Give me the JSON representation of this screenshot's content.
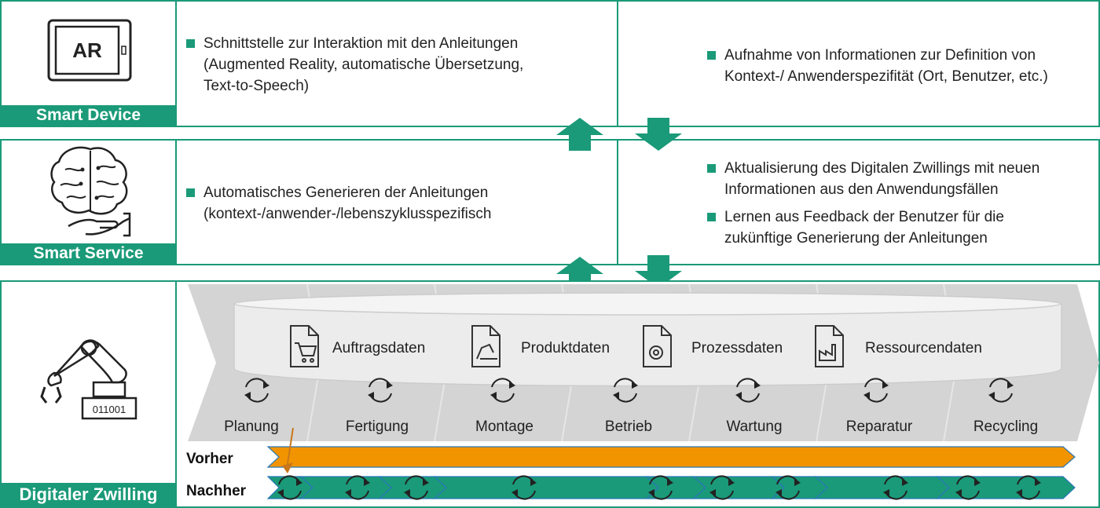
{
  "smart_device": {
    "label": "Smart Device",
    "icon_text": "AR",
    "left_bullet": "Schnittstelle zur Interaktion mit den Anleitungen (Augmented Reality, automatische Übersetzung, Text-to-Speech)",
    "right_bullet": "Aufnahme von Informationen zur Definition von Kontext-/ Anwenderspezifität (Ort, Benutzer, etc.)"
  },
  "smart_service": {
    "label": "Smart Service",
    "left_bullet": "Automatisches Generieren der Anleitungen (kontext-/anwender-/lebenszyklusspezifisch",
    "right_bullets": [
      "Aktualisierung des Digitalen Zwillings mit neuen Informationen aus den Anwendungsfällen",
      "Lernen aus Feedback der Benutzer für die zukünftige Generierung der Anleitungen"
    ]
  },
  "digital_twin": {
    "label": "Digitaler Zwilling",
    "binary_text": "011001",
    "data_types": [
      "Auftragsdaten",
      "Produktdaten",
      "Prozessdaten",
      "Ressourcendaten"
    ],
    "phases": [
      "Planung",
      "Fertigung",
      "Montage",
      "Betrieb",
      "Wartung",
      "Reparatur",
      "Recycling"
    ],
    "before_label": "Vorher",
    "after_label": "Nachher"
  },
  "colors": {
    "accent": "#1a9a78",
    "orange": "#f29400",
    "gray": "#d9d9d9"
  }
}
